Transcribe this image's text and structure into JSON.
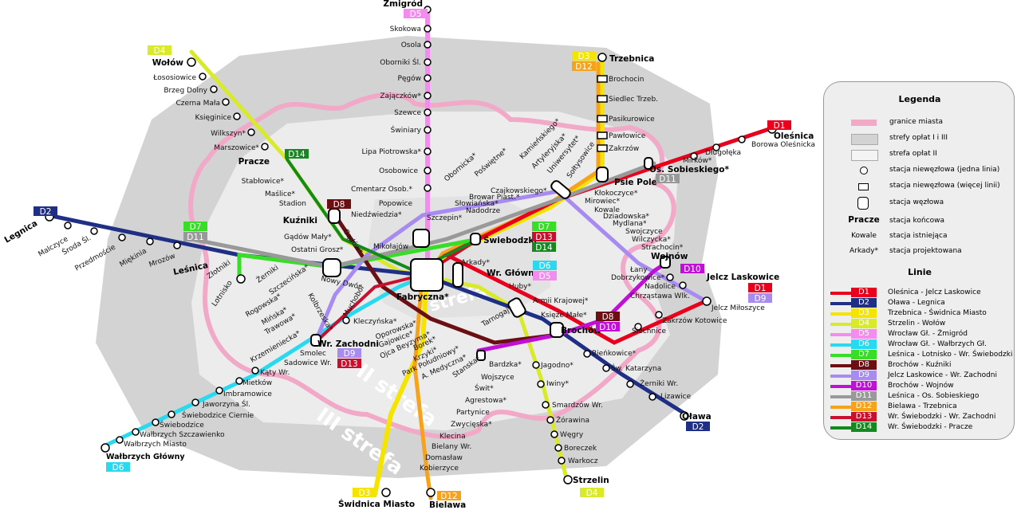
{
  "zones": {
    "zone2": "II strefa",
    "zone3": "III strefa",
    "zone1": "I strefa"
  },
  "colors": {
    "D1": "#e8001c",
    "D2": "#1f2f86",
    "D3": "#f4e400",
    "D4": "#d8ea2a",
    "D5": "#f48cf0",
    "D6": "#29d9ef",
    "D7": "#37dd27",
    "D8": "#6b0f12",
    "D9": "#a78bf0",
    "D10": "#c010d8",
    "D11": "#999999",
    "D12": "#f7a21b",
    "D13": "#c8102e",
    "D14": "#148a1e",
    "zone_dark": "#d3d3d3",
    "zone_light": "#ececec",
    "city_border": "#f2a9c8"
  },
  "terminals": {
    "zmigrod": "Żmigród",
    "trzebnica": "Trzebnica",
    "wolow": "Wołów",
    "olesnica": "Oleśnica",
    "legnica": "Legnica",
    "lesnica": "Leśnica",
    "psie_pole": "Psie Pole",
    "os_sobieskiego": "Os. Sobieskiego*",
    "pracze": "Pracze",
    "kuzniki": "Kuźniki",
    "swiebodzki": "Świebodzki",
    "wr_glowny": "Wr. Główny",
    "fabryczna": "Fabryczna*",
    "wojnow": "Wojnów",
    "jelcz_laskowice": "Jelcz Laskowice",
    "brochow": "Brochów",
    "wr_zachodni": "Wr. Zachodni",
    "walbrzych_glowny": "Wałbrzych Główny",
    "olawa": "Oława",
    "strzelin": "Strzelin",
    "swidnica_miasto": "Świdnica Miasto",
    "bielawa": "Bielawa"
  },
  "stations": {
    "d5": [
      "Skokowa",
      "Osola",
      "Oborniki Śl.",
      "Pęgów",
      "Zajączków*",
      "Szewce",
      "Świniary",
      "Lipa Piotrowska*",
      "Osobowice",
      "Cmentarz Osob.*",
      "Popowice"
    ],
    "d3": [
      "Brochocin",
      "Siedlec Trzeb.",
      "Pasikurowice",
      "Pawłowice",
      "Zakrzów",
      "Sołtysowice"
    ],
    "d4n": [
      "Łososiowice",
      "Brzeg Dolny",
      "Czerna Mała",
      "Księginice",
      "Wilkszyn*",
      "Marszowice*",
      "Stabłowice*",
      "Maślice*",
      "Stadion"
    ],
    "d1": [
      "Borowa Oleśnicka",
      "Długołęka",
      "Mirków*",
      "Kłokoczyce*",
      "Mirowiec*",
      "Kowale"
    ],
    "d2": [
      "Malczyce",
      "Środa Śl.",
      "Przedmoście",
      "Miękinia",
      "Mrozów",
      "Złotniki",
      "Żerniki",
      "Gądów Mały*",
      "Ostatni Grosz*",
      "Nowy Dwór",
      "Muchobór"
    ],
    "center": [
      "Niedźwiedzia*",
      "Gądów*",
      "Mikołajów",
      "Szczepin*",
      "Nadodrze",
      "Słowiańska*",
      "Browar Piast.*",
      "Czajkowskiego*",
      "Obornicka*",
      "Poświętne*",
      "Kamieńskiego*",
      "Artyleryjska*",
      "Uniwersytet*",
      "Arkady*",
      "Huby*",
      "Armii Krajowej*",
      "Księże Małe*",
      "Tarnogaj*"
    ],
    "d9": [
      "Dziadowska*",
      "Mydlana*",
      "Swojczyce",
      "Wilczycka*",
      "Strachocin*",
      "Łany",
      "Dobrzykowice*",
      "Nadolice",
      "Chrząstawa Wlk.",
      "Jelcz Miłoszyce",
      "Zakrzów Kotowice",
      "Siechnice"
    ],
    "d7": [
      "Lotnisko"
    ],
    "sw": [
      "Szczecińska*",
      "Rogowska*",
      "Mińska*",
      "Trawowa*",
      "Kolbrzeska*",
      "Kleczyńska*",
      "Oporowska*",
      "Gajowice*",
      "Ojca Beyzyma*",
      "Borek*",
      "Krzyki*",
      "Park Południowy*",
      "A. Medyczna*",
      "Stanska*"
    ],
    "d6": [
      "Krzemieniecka*",
      "Smolec",
      "Sadowice Wr.",
      "Kąty Wr.",
      "Mietków",
      "Imbramowice",
      "Jaworzyna Śl.",
      "Świebodzice Ciernie",
      "Świebodzice",
      "Wałbrzych Szczawienko",
      "Wałbrzych Miasto"
    ],
    "d2s": [
      "Bieńkowice*",
      "Św. Katarzyna",
      "Żerniki Wr.",
      "Lizawice"
    ],
    "d3s": [
      "Bardzka*",
      "Wojszyce",
      "Świt*",
      "Agrestowa*",
      "Partynice",
      "Zwycięska*",
      "Klecina",
      "Bielany Wr.",
      "Domasław",
      "Kobierzyce"
    ],
    "d4s": [
      "Jagodno*",
      "Iwiny*",
      "Smardzów Wr.",
      "Żórawina",
      "Węgry",
      "Boreczek",
      "Warkocz"
    ]
  },
  "badges": {
    "zmigrod": [
      "D5"
    ],
    "trzebnica": [
      "D3",
      "D12"
    ],
    "wolow": [
      "D4"
    ],
    "olesnica": [
      "D1"
    ],
    "legnica": [
      "D2"
    ],
    "lesnica": [
      "D7",
      "D11"
    ],
    "pracze": [
      "D14"
    ],
    "kuzniki": [
      "D8"
    ],
    "swiebodzki": [
      "D7",
      "D13",
      "D14"
    ],
    "wr_glowny": [
      "D6",
      "D5"
    ],
    "wojnow": [
      "D10"
    ],
    "jelcz": [
      "D1",
      "D9"
    ],
    "brochow": [
      "D8",
      "D10"
    ],
    "os_sobieskiego": [
      "D11"
    ],
    "wr_zachodni": [
      "D9",
      "D13"
    ],
    "walbrzych": [
      "D6"
    ],
    "olawa": [
      "D2"
    ],
    "strzelin": [
      "D4"
    ],
    "swidnica": [
      "D3"
    ],
    "bielawa": [
      "D12"
    ]
  },
  "legend": {
    "title": "Legenda",
    "items": [
      {
        "symbol": "city-border",
        "label": "granice miasta"
      },
      {
        "symbol": "zone-1-3",
        "label": "strefy opłat I i III"
      },
      {
        "symbol": "zone-2",
        "label": "strefa opłat II"
      },
      {
        "symbol": "station-single",
        "label": "stacja niewęzłowa (jedna linia)"
      },
      {
        "symbol": "station-multi",
        "label": "stacja niewęzłowa (więcej linii)"
      },
      {
        "symbol": "station-node",
        "label": "stacja węzłowa"
      },
      {
        "symbol_text": "Pracze",
        "label": "stacja końcowa"
      },
      {
        "symbol_text": "Kowale",
        "label": "stacja istniejąca"
      },
      {
        "symbol_text": "Arkady*",
        "label": "stacja projektowana"
      }
    ],
    "lines_title": "Linie",
    "lines": [
      {
        "tag": "D1",
        "desc": "Oleśnica - Jelcz Laskowice"
      },
      {
        "tag": "D2",
        "desc": "Oława - Legnica"
      },
      {
        "tag": "D3",
        "desc": "Trzebnica - Świdnica Miasto"
      },
      {
        "tag": "D4",
        "desc": "Strzelin - Wołów"
      },
      {
        "tag": "D5",
        "desc": "Wrocław Gł. - Żmigród"
      },
      {
        "tag": "D6",
        "desc": "Wrocław Gł. - Wałbrzych Gł."
      },
      {
        "tag": "D7",
        "desc": "Leśnica - Lotnisko - Wr. Świebodzki"
      },
      {
        "tag": "D8",
        "desc": "Brochów - Kuźniki"
      },
      {
        "tag": "D9",
        "desc": "Jelcz Laskowice - Wr. Zachodni"
      },
      {
        "tag": "D10",
        "desc": "Brochów - Wojnów"
      },
      {
        "tag": "D11",
        "desc": "Leśnica - Os. Sobieskiego"
      },
      {
        "tag": "D12",
        "desc": "Bielawa - Trzebnica"
      },
      {
        "tag": "D13",
        "desc": "Wr. Świebodzki - Wr. Zachodni"
      },
      {
        "tag": "D14",
        "desc": "Wr. Świebodzki - Pracze"
      }
    ]
  }
}
